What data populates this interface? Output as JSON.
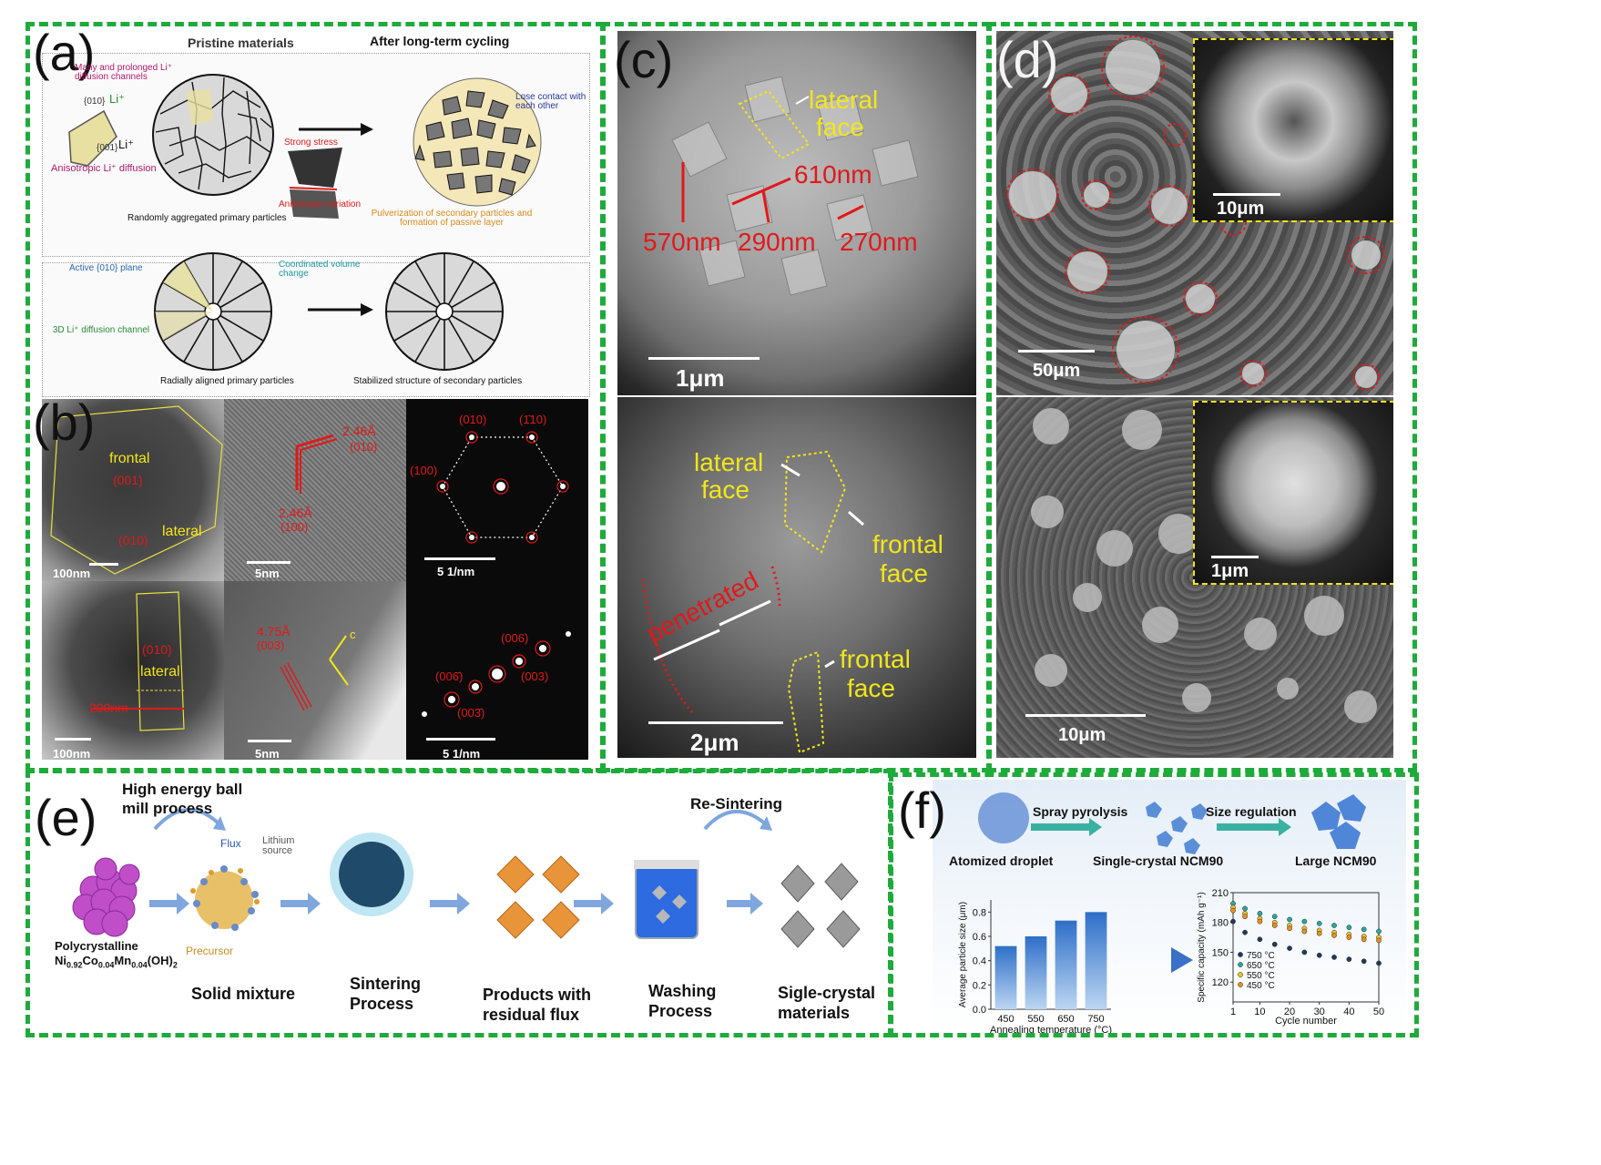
{
  "panels": {
    "a": {
      "letter": "(a)",
      "top": {
        "title_left": "Pristine materials",
        "title_right": "After long-term cycling",
        "diffusion_label": "Many and prolonged Li⁺ diffusion channels",
        "plane_010": "{010}",
        "li_top": "Li⁺",
        "li_bottom": "Li⁺",
        "plane_001": "{001}",
        "anisotropic": "Anisotropic Li⁺ diffusion",
        "strong_stress": "Strong stress",
        "anisotropic_variation": "Anisotropic variation",
        "lose_contact": "Lose contact with each other",
        "pulverization": "Pulverization of secondary particles and formation of passive layer",
        "caption": "Randomly aggregated primary particles"
      },
      "bottom": {
        "active_plane": "Active {010} plane",
        "coordinated": "Coordinated volume change",
        "diffusion3d": "3D Li⁺ diffusion channel",
        "caption_left": "Radially aligned  primary particles",
        "caption_right": "Stabilized structure of secondary particles"
      }
    },
    "b": {
      "letter": "(b)",
      "img1": {
        "frontal": "frontal",
        "f001": "(001)",
        "f010": "(010)",
        "lateral": "lateral",
        "scale": "100nm"
      },
      "img2": {
        "d1": "2.46Å",
        "d1b": "(010)",
        "d2": "2.46Å",
        "d2b": "(100)",
        "scale": "5nm"
      },
      "img3": {
        "s010": "(010)",
        "s110": "(1̄10)",
        "s100": "(100)",
        "scale": "5 1/nm"
      },
      "img4": {
        "f010": "(010)",
        "lateral": "lateral",
        "size": "200nm",
        "scale": "100nm"
      },
      "img5": {
        "d": "4.75Å",
        "db": "(003)",
        "c": "c",
        "scale": "5nm"
      },
      "img6": {
        "s006": "(006)",
        "s003": "(003)",
        "s006b": "(006̄)",
        "s003b": "(003̄)",
        "scale": "5 1/nm"
      }
    },
    "c": {
      "letter": "(c)",
      "top": {
        "lateral": "lateral",
        "face": "face",
        "m1": "610nm",
        "m2": "570nm",
        "m3": "290nm",
        "m4": "270nm",
        "scale": "1μm"
      },
      "bottom": {
        "lateral": "lateral",
        "face1": "face",
        "frontal1": "frontal",
        "face2": "face",
        "penetrated": "penetrated",
        "frontal2": "frontal",
        "face3": "face",
        "scale": "2μm"
      }
    },
    "d": {
      "letter": "(d)",
      "top": {
        "scale": "50μm",
        "inset_scale": "10μm"
      },
      "bottom": {
        "scale": "10μm",
        "inset_scale": "1μm"
      }
    },
    "e": {
      "letter": "(e)",
      "ball_mill": "High energy ball mill process",
      "flux": "Flux",
      "lithium": "Lithium source",
      "precursor": "Precursor",
      "poly_label1": "Polycrystalline",
      "poly_label2": "Ni",
      "poly_sub1": "0.92",
      "poly_co": "Co",
      "poly_sub2": "0.04",
      "poly_mn": "Mn",
      "poly_sub3": "0.04",
      "poly_oh": "(OH)",
      "poly_sub4": "2",
      "solid": "Solid mixture",
      "sintering": "Sintering Process",
      "products": "Products with residual flux",
      "washing": "Washing Process",
      "resintering": "Re-Sintering",
      "single": "Sigle-crystal materials"
    },
    "f": {
      "letter": "(f)",
      "spray": "Spray pyrolysis",
      "size_reg": "Size regulation",
      "atomized": "Atomized droplet",
      "single": "Single-crystal NCM90",
      "large": "Large NCM90"
    }
  },
  "chart_data": [
    {
      "type": "bar",
      "categories": [
        "450",
        "550",
        "650",
        "750"
      ],
      "values": [
        0.52,
        0.6,
        0.73,
        0.8
      ],
      "xlabel": "Annealing temperature (°C)",
      "ylabel": "Average particle size (μm)",
      "ylim": [
        0.0,
        0.9
      ],
      "yticks": [
        "0.0",
        "0.2",
        "0.4",
        "0.6",
        "0.8"
      ]
    },
    {
      "type": "scatter",
      "x": [
        1,
        5,
        10,
        15,
        20,
        25,
        30,
        35,
        40,
        45,
        50
      ],
      "series": [
        {
          "name": "750 °C",
          "color": "#1f3b5a",
          "values": [
            181,
            170,
            163,
            158,
            154,
            150,
            147,
            145,
            143,
            141,
            139
          ]
        },
        {
          "name": "650 °C",
          "color": "#2aa89a",
          "values": [
            199,
            194,
            189,
            186,
            183,
            181,
            179,
            177,
            175,
            173,
            171
          ]
        },
        {
          "name": "550 °C",
          "color": "#f0c030",
          "values": [
            195,
            189,
            184,
            180,
            177,
            174,
            172,
            170,
            168,
            166,
            165
          ]
        },
        {
          "name": "450 °C",
          "color": "#e89020",
          "values": [
            192,
            186,
            181,
            177,
            174,
            171,
            169,
            167,
            165,
            163,
            162
          ]
        }
      ],
      "xlabel": "Cycle number",
      "ylabel": "Specific capacity (mAh g⁻¹)",
      "ylim": [
        100,
        210
      ],
      "yticks": [
        "120",
        "150",
        "180",
        "210"
      ],
      "xticks": [
        "1",
        "10",
        "20",
        "30",
        "40",
        "50"
      ]
    }
  ]
}
